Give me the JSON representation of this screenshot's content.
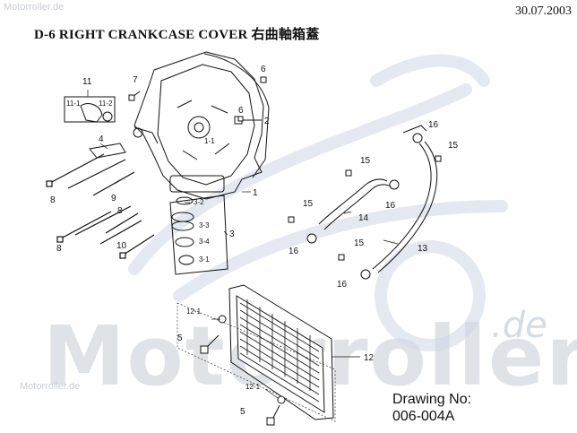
{
  "header": {
    "title": "D-6 RIGHT CRANKCASE COVER 右曲軸箱蓋",
    "date": "30.07.2003"
  },
  "watermark": {
    "top_text": "Motorroller.de",
    "bottom_text": "Motorroller.de",
    "big_text": "Motorroller",
    "suffix_text": ".de"
  },
  "drawing": {
    "label": "Drawing No:",
    "number": "006-004A"
  },
  "callouts": {
    "c1": "1",
    "c1_1": "1-1",
    "c2": "2",
    "c3": "3",
    "c3_1": "3-1",
    "c3_2": "3-2",
    "c3_3": "3-3",
    "c3_4": "3-4",
    "c4": "4",
    "c5a": "5",
    "c5b": "5",
    "c6a": "6",
    "c6b": "6",
    "c7": "7",
    "c8a": "8",
    "c8b": "8",
    "c8c": "8",
    "c9": "9",
    "c10": "10",
    "c11": "11",
    "c11_1": "11-1",
    "c11_2": "11-2",
    "c12": "12",
    "c12_1a": "12-1",
    "c12_1b": "12-1",
    "c13": "13",
    "c14": "14",
    "c15a": "15",
    "c15b": "15",
    "c15c": "15",
    "c15d": "15",
    "c16a": "16",
    "c16b": "16",
    "c16c": "16",
    "c16d": "16"
  },
  "colors": {
    "line": "#111111",
    "watermark": "#c9d3e2"
  }
}
